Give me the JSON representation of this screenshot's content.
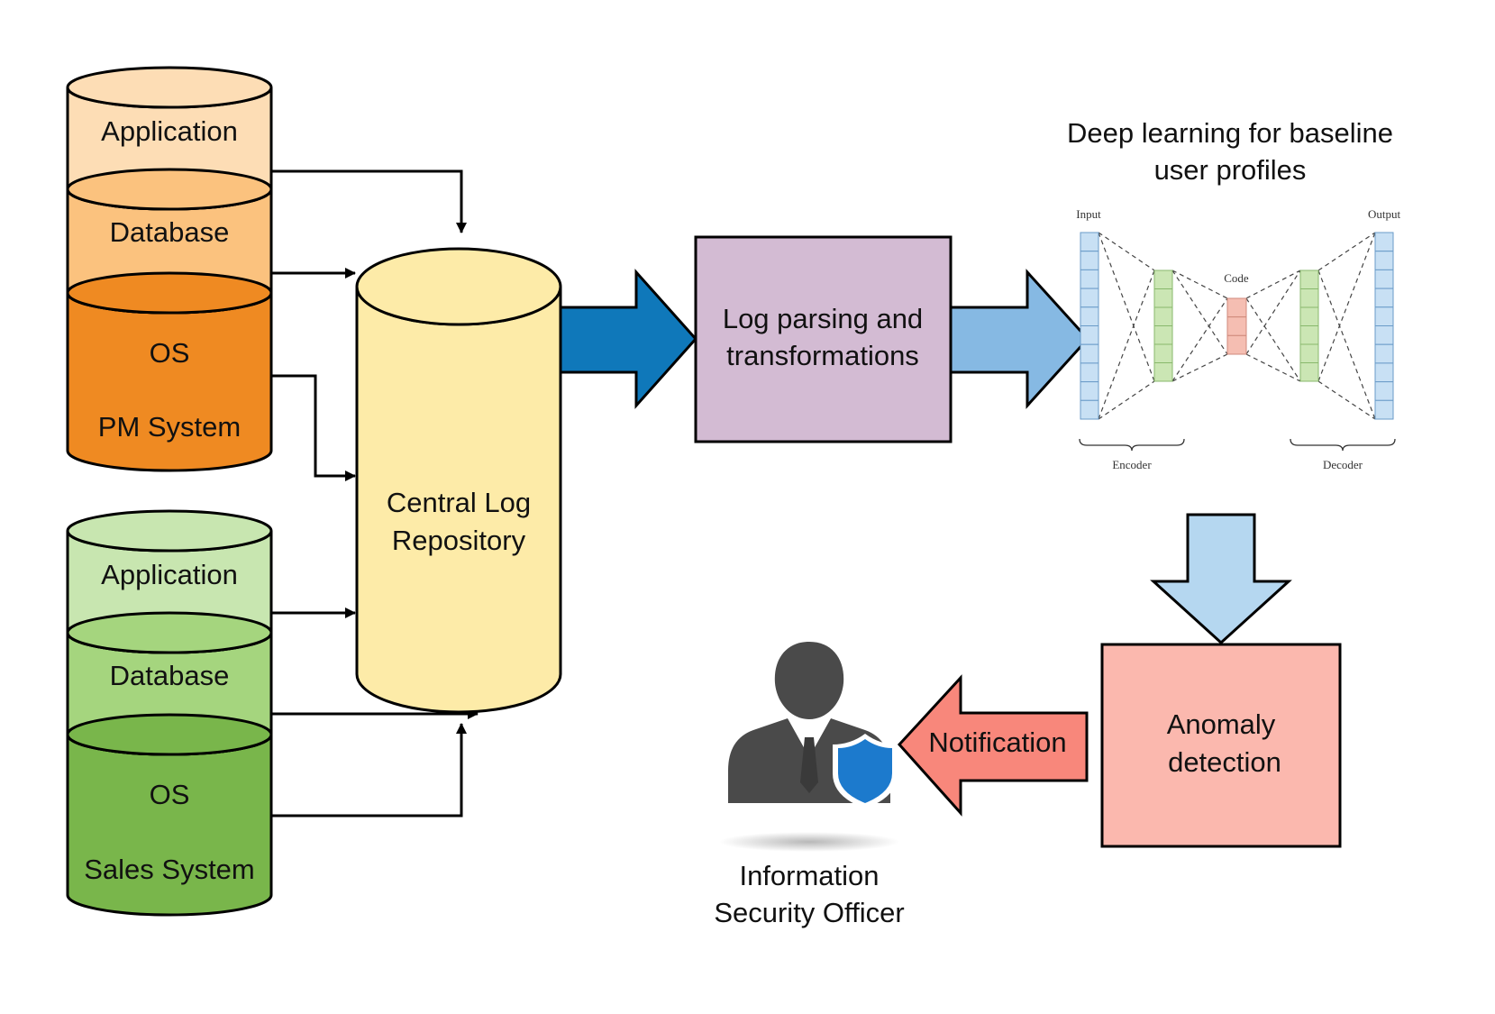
{
  "sources": {
    "pm": {
      "layers": [
        {
          "label": "Application",
          "fill": "#FDDDB5"
        },
        {
          "label": "Database",
          "fill": "#FBC27E"
        },
        {
          "label": "OS",
          "fill": "#EF8A22"
        }
      ],
      "system_label": "PM System"
    },
    "sales": {
      "layers": [
        {
          "label": "Application",
          "fill": "#C8E6B0"
        },
        {
          "label": "Database",
          "fill": "#A5D57E"
        },
        {
          "label": "OS",
          "fill": "#79B64B"
        }
      ],
      "system_label": "Sales System"
    }
  },
  "repository": {
    "line1": "Central Log",
    "line2": "Repository",
    "fill": "#FDEBA8"
  },
  "parsing": {
    "line1": "Log parsing and",
    "line2": "transformations",
    "fill": "#D3BBD3"
  },
  "deep_learning": {
    "title_line1": "Deep learning for baseline",
    "title_line2": "user profiles",
    "input_label": "Input",
    "output_label": "Output",
    "code_label": "Code",
    "encoder_label": "Encoder",
    "decoder_label": "Decoder"
  },
  "anomaly": {
    "line1": "Anomaly",
    "line2": "detection",
    "fill": "#FBB8AE"
  },
  "notification": {
    "label": "Notification",
    "fill": "#F8877B"
  },
  "officer": {
    "line1": "Information",
    "line2": "Security Officer",
    "shield_color": "#1C7ACD",
    "icon": "security-officer-icon"
  },
  "colors": {
    "dark_blue_arrow": "#0F78BA",
    "light_blue_arrow": "#86B9E3",
    "down_arrow": "#B5D7F0"
  }
}
